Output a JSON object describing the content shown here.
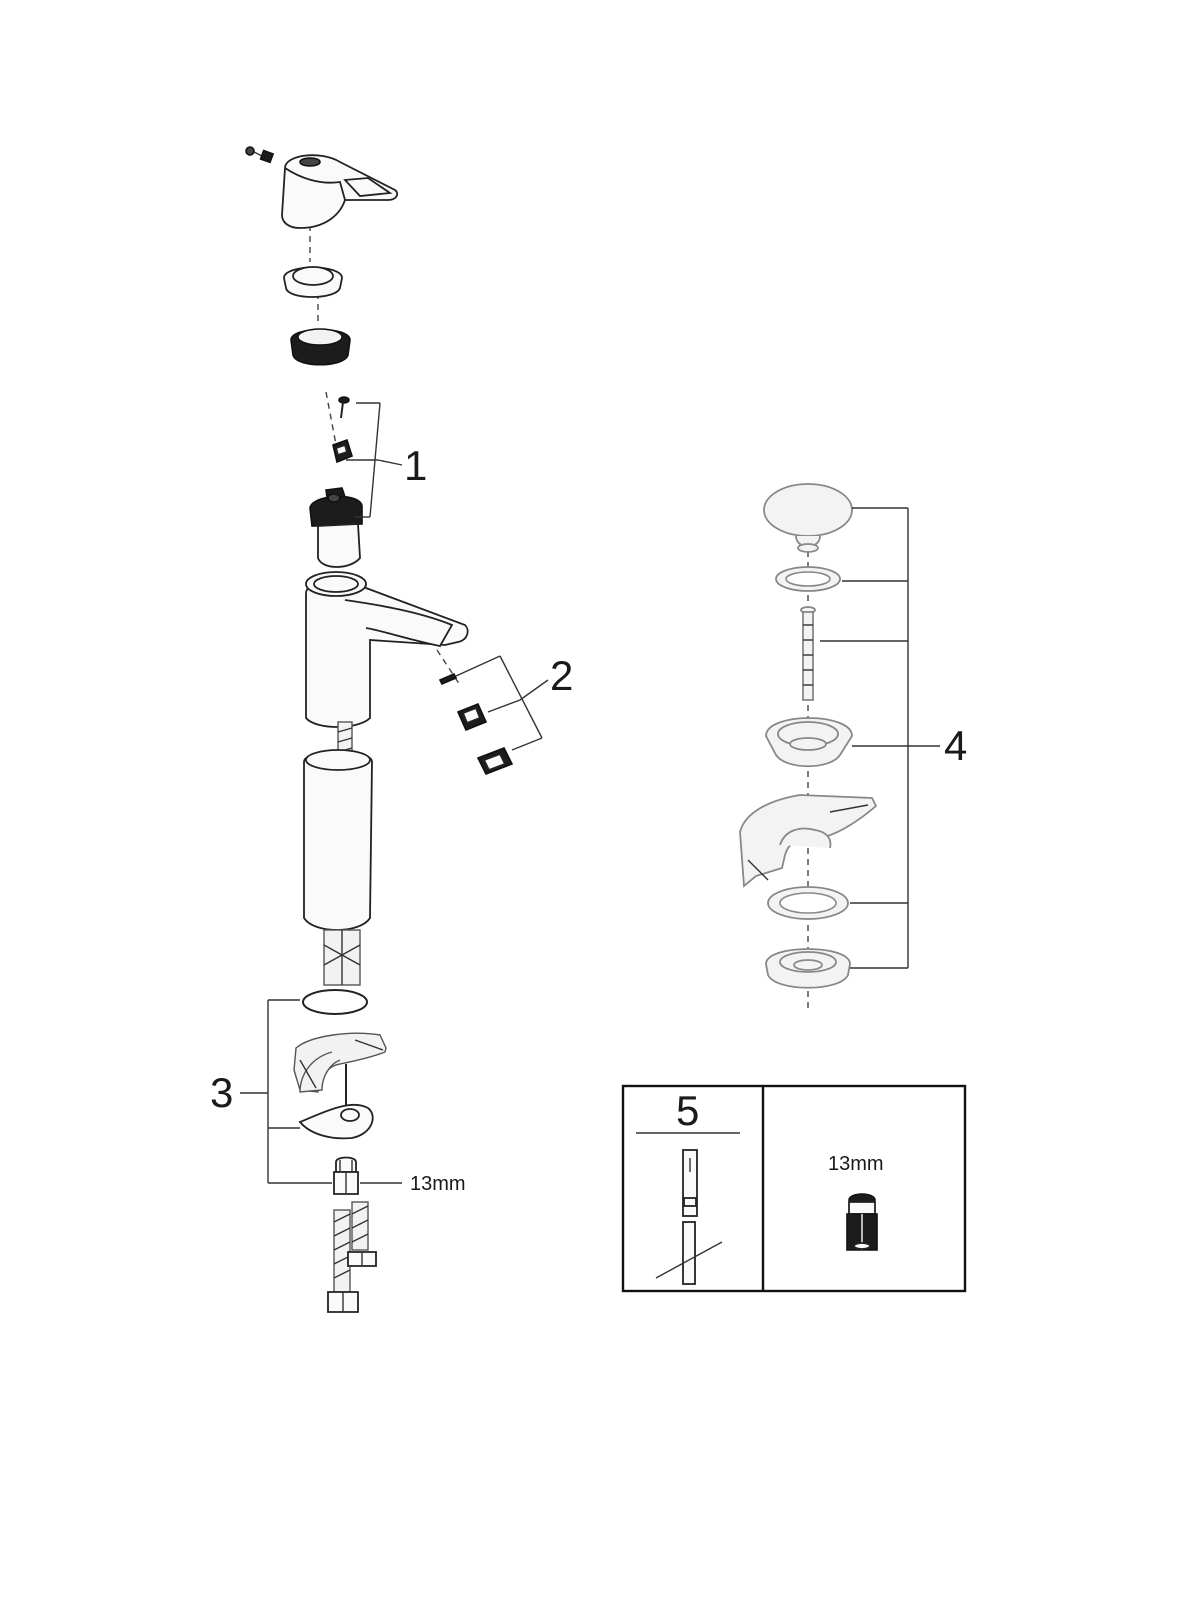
{
  "callouts": {
    "c1": "1",
    "c2": "2",
    "c3": "3",
    "c4": "4",
    "c5": "5"
  },
  "dimensions": {
    "nut_size": "13mm",
    "box_nut_size": "13mm"
  }
}
